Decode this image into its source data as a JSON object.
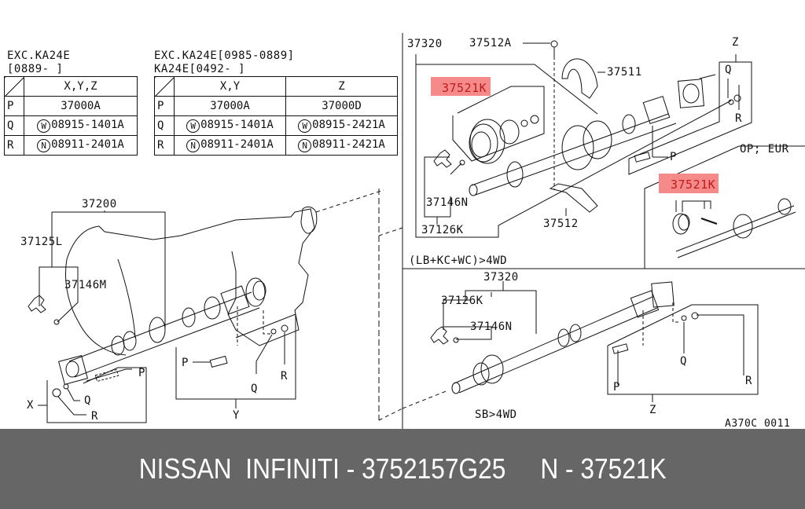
{
  "tables": [
    {
      "heading_line1": "EXC.KA24E",
      "heading_line2": "[0889-     ]",
      "columns": [
        "X,Y,Z"
      ],
      "rows": [
        {
          "key": "P",
          "cells": [
            {
              "mark": "",
              "value": "37000A"
            }
          ]
        },
        {
          "key": "Q",
          "cells": [
            {
              "mark": "W",
              "value": "08915-1401A"
            }
          ]
        },
        {
          "key": "R",
          "cells": [
            {
              "mark": "N",
              "value": "08911-2401A"
            }
          ]
        }
      ]
    },
    {
      "heading_line1": "EXC.KA24E[0985-0889]",
      "heading_line2": "KA24E[0492-     ]",
      "columns": [
        "X,Y",
        "Z"
      ],
      "rows": [
        {
          "key": "P",
          "cells": [
            {
              "mark": "",
              "value": "37000A"
            },
            {
              "mark": "",
              "value": "37000D"
            }
          ]
        },
        {
          "key": "Q",
          "cells": [
            {
              "mark": "W",
              "value": "08915-1401A"
            },
            {
              "mark": "W",
              "value": "08915-2421A"
            }
          ]
        },
        {
          "key": "R",
          "cells": [
            {
              "mark": "N",
              "value": "08911-2401A"
            },
            {
              "mark": "N",
              "value": "08911-2421A"
            }
          ]
        }
      ]
    }
  ],
  "labels": {
    "front_shaft": "37200",
    "front_joint_kit": "37125L",
    "front_snap_ring": "37146M",
    "rear_shaft_top": "37320",
    "bolt_37512a": "37512A",
    "bracket_37511": "37511",
    "highlight_top": "37521K",
    "joint_kit_top": "37126K",
    "snap_ring_top": "37146N",
    "bracket_37512": "37512",
    "variant_eur": "OP; EUR",
    "highlight_eur": "37521K",
    "variant_lb": "(LB+KC+WC)>4WD",
    "rear_shaft_bottom": "37320",
    "joint_kit_bottom": "37126K",
    "snap_ring_bottom": "37146N",
    "variant_sb": "SB>4WD",
    "diagram_code": "A370C 0011",
    "x": "X",
    "y": "Y",
    "z_top": "Z",
    "z_bottom": "Z",
    "p": "P",
    "q": "Q",
    "r": "R"
  },
  "highlight_color": "#f48a8a",
  "highlight_text_color": "#c21b1b",
  "footer": {
    "text": "NISSAN  INFINITI - 3752157G25     N - 37521K",
    "background": "#666666"
  }
}
